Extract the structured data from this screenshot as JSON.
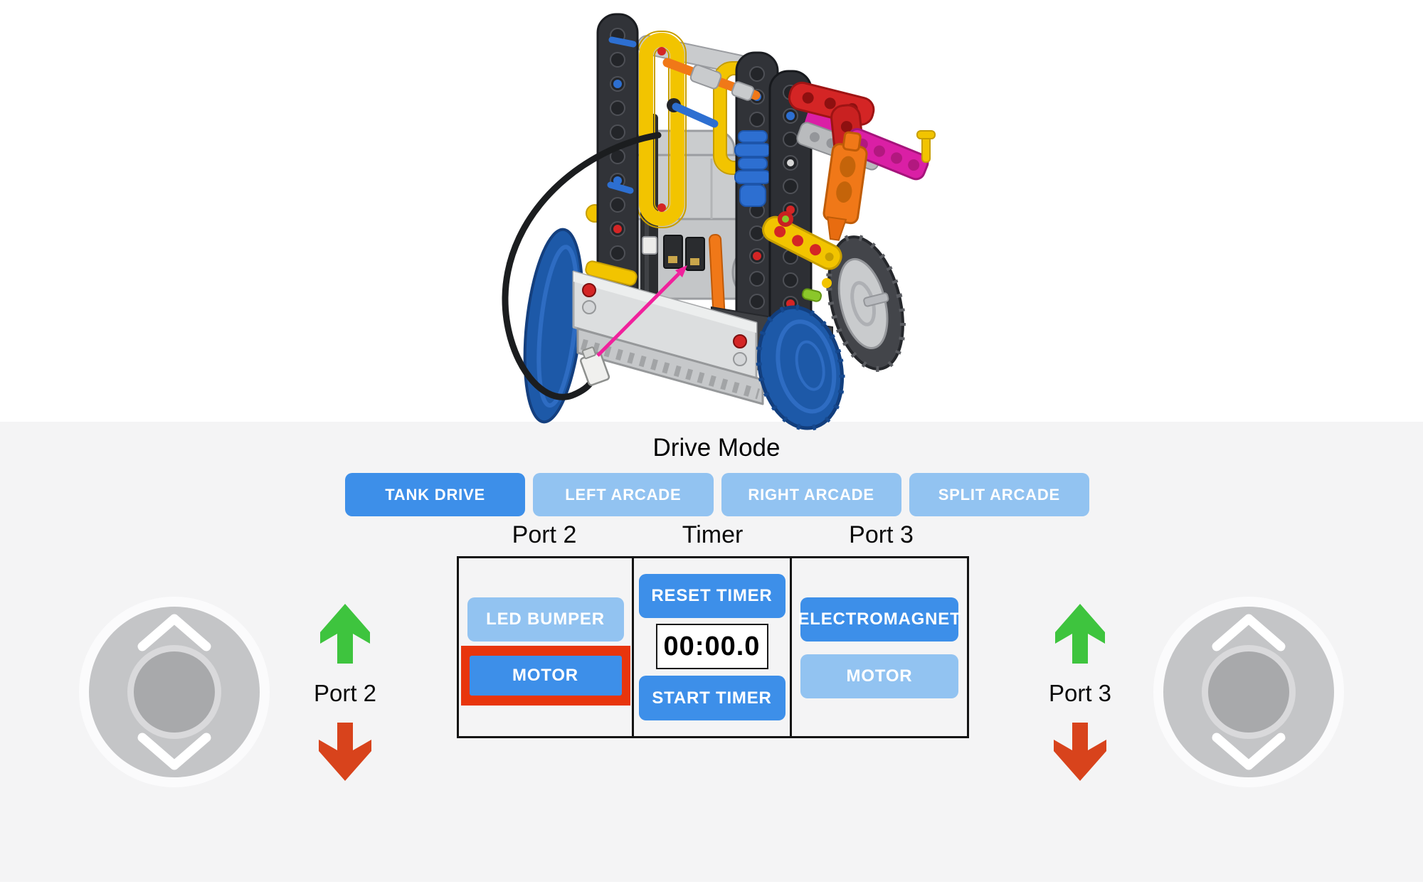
{
  "panel": {
    "title": "Drive Mode",
    "selected_mode": "TANK DRIVE",
    "modes": [
      {
        "label": "TANK DRIVE",
        "selected": true
      },
      {
        "label": "LEFT ARCADE",
        "selected": false
      },
      {
        "label": "RIGHT ARCADE",
        "selected": false
      },
      {
        "label": "SPLIT ARCADE",
        "selected": false
      }
    ],
    "columns": {
      "port2": {
        "header": "Port 2",
        "buttons": [
          {
            "label": "LED BUMPER",
            "state": "inactive"
          },
          {
            "label": "MOTOR",
            "state": "active",
            "highlighted": true
          }
        ]
      },
      "timer": {
        "header": "Timer",
        "reset_label": "RESET TIMER",
        "display": "00:00.0",
        "start_label": "START TIMER"
      },
      "port3": {
        "header": "Port 3",
        "buttons": [
          {
            "label": "ELECTROMAGNET",
            "state": "active"
          },
          {
            "label": "MOTOR",
            "state": "inactive"
          }
        ]
      }
    },
    "left_control": {
      "label": "Port 2"
    },
    "right_control": {
      "label": "Port 3"
    },
    "colors": {
      "panel_background": "#f4f4f5",
      "active_blue": "#3d8fe9",
      "inactive_blue": "#92c3f1",
      "highlight_red": "#e8350c",
      "up_arrow_green": "#3ec43e",
      "down_arrow_red": "#d8431c",
      "annotation_arrow_pink": "#f0219c",
      "wheel_blue": "#1d59a8"
    }
  }
}
